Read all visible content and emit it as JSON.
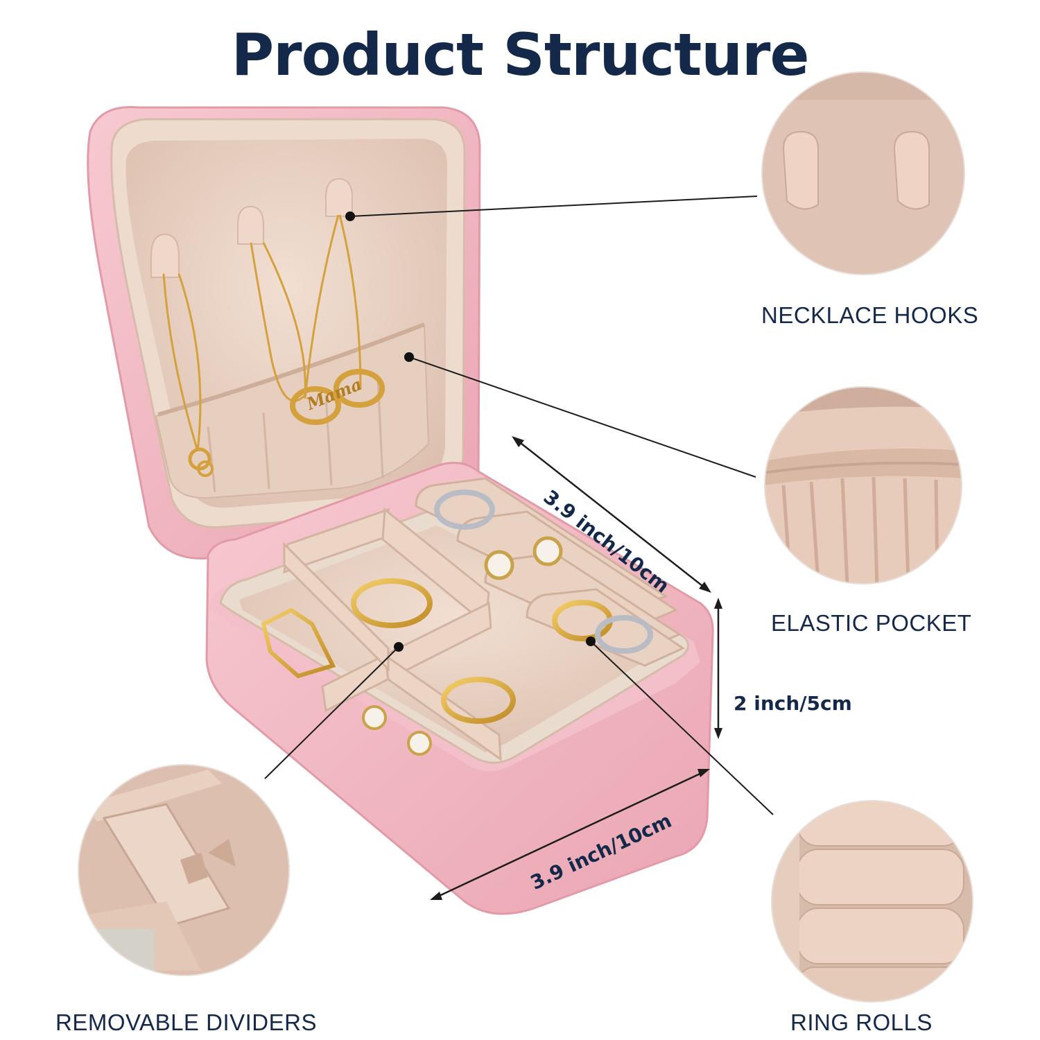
{
  "title": "Product Structure",
  "features": {
    "necklace_hooks": "NECKLACE HOOKS",
    "elastic_pocket": "ELASTIC POCKET",
    "ring_rolls": "RING ROLLS",
    "removable_dividers": "REMOVABLE DIVIDERS"
  },
  "dimensions": {
    "depth": "3.9 inch/10cm",
    "height": "2 inch/5cm",
    "width": "3.9 inch/10cm"
  },
  "pendant_text": "Mama",
  "colors": {
    "title": "#14294a",
    "box_shell": "#f1b8c2",
    "lining": "#ecd6c8",
    "gold": "#d9a43a"
  }
}
